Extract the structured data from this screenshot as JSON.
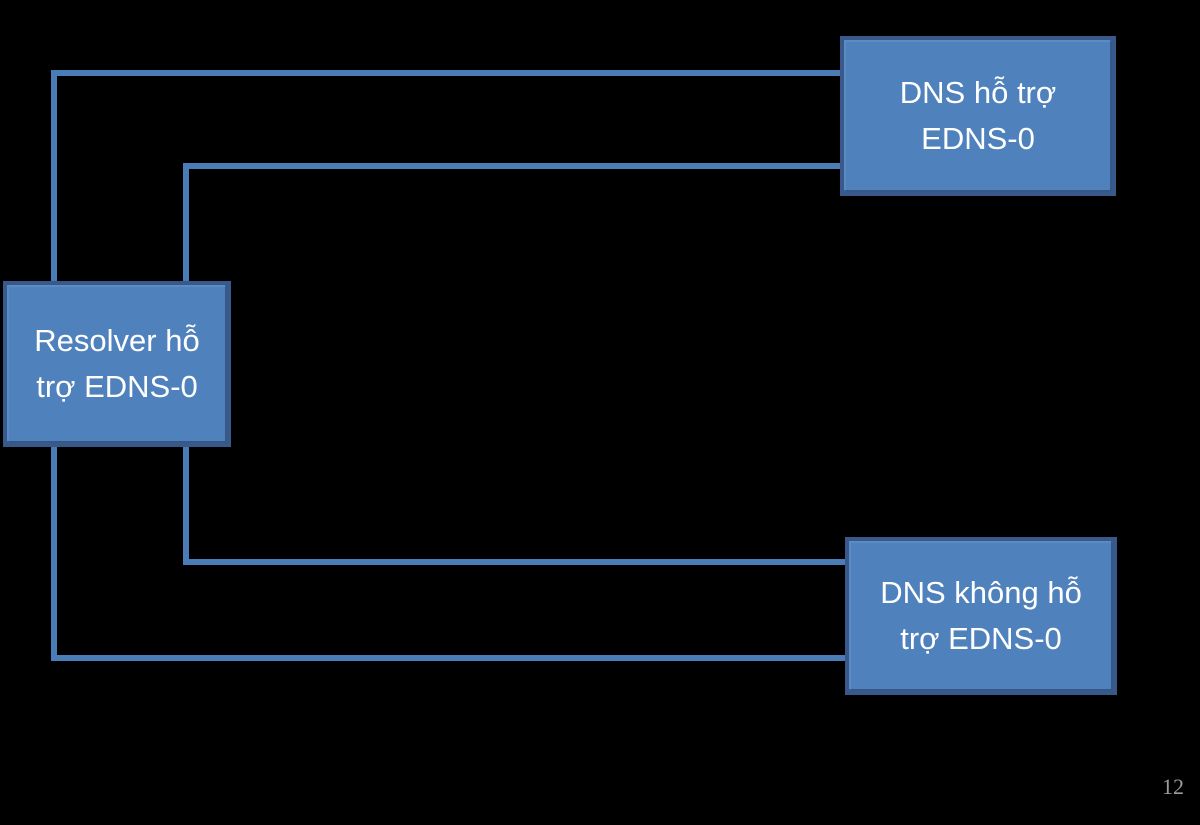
{
  "slide": {
    "background_color": "#000000",
    "page_number": "12"
  },
  "diagram": {
    "colors": {
      "box_fill": "#4f81bd",
      "box_border": "#38598a",
      "connector_line": "#4a7db8",
      "box_text": "#ffffff",
      "page_number_text": "#9c9c9c"
    },
    "nodes": [
      {
        "id": "resolver-edns",
        "label": "Resolver hỗ\ntrợ EDNS-0"
      },
      {
        "id": "dns-supports-edns",
        "label": "DNS hỗ trợ\nEDNS-0"
      },
      {
        "id": "dns-no-support-edns",
        "label": "DNS không hỗ\ntrợ EDNS-0"
      }
    ],
    "edges": [
      {
        "from": "resolver-edns",
        "to": "dns-supports-edns",
        "style": "elbow"
      },
      {
        "from": "dns-supports-edns",
        "to": "resolver-edns",
        "style": "elbow"
      },
      {
        "from": "resolver-edns",
        "to": "dns-no-support-edns",
        "style": "elbow"
      },
      {
        "from": "dns-no-support-edns",
        "to": "resolver-edns",
        "style": "elbow"
      }
    ]
  }
}
